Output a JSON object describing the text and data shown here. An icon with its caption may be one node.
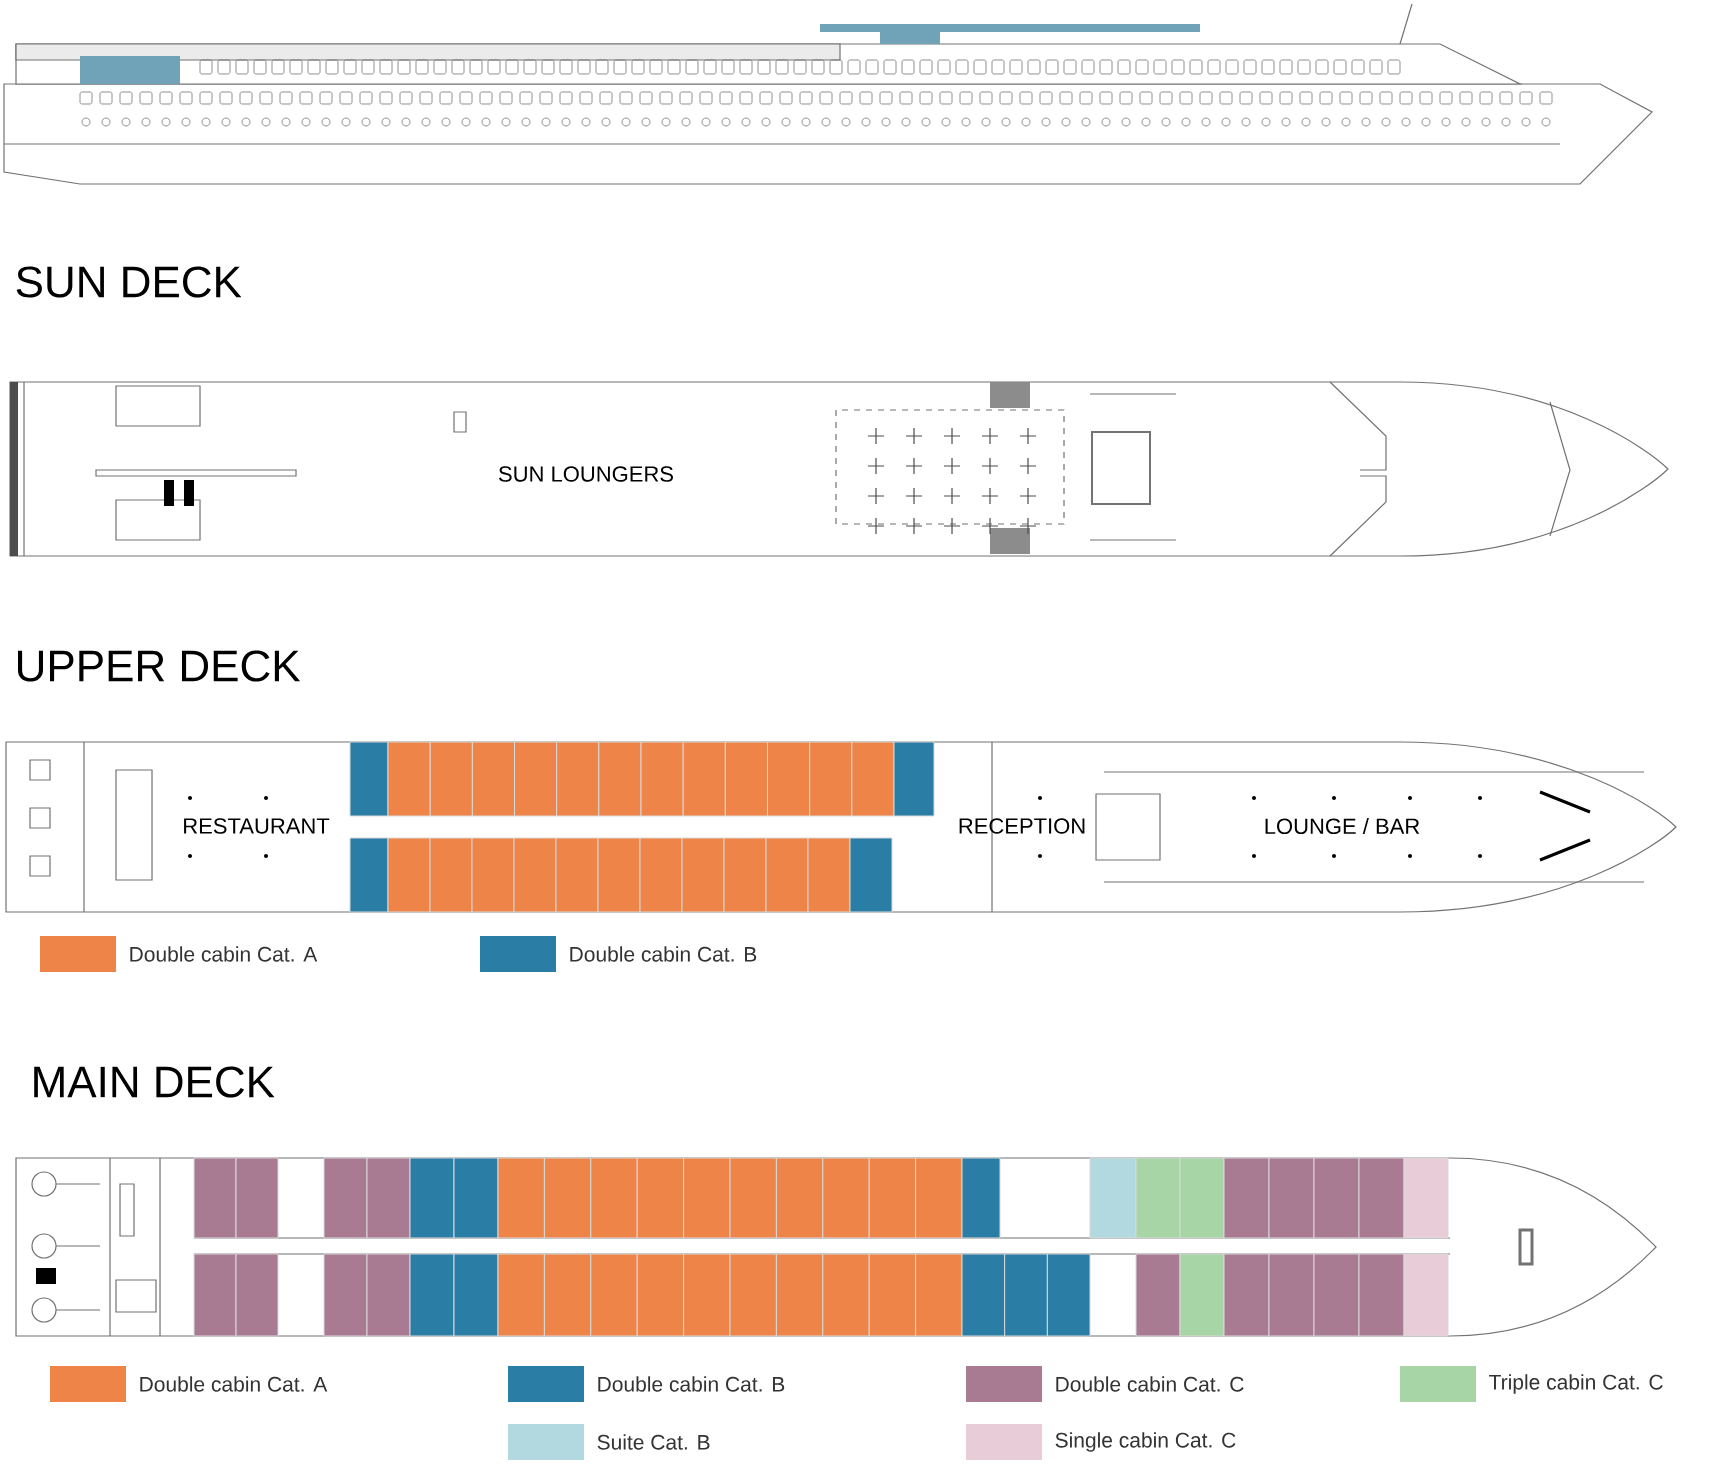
{
  "diagram": {
    "labels": [
      "SUN DECK",
      "SUN LOUNGERS",
      "UPPER DECK",
      "RESTAURANT",
      "RECEPTION",
      "LOUNGE / BAR",
      "MAIN DECK"
    ],
    "legend": [
      {
        "text": "Double cabin Cat. A",
        "color": "#ef8448"
      },
      {
        "text": "Double cabin Cat. B",
        "color": "#2a7ea6"
      },
      {
        "text": "Double cabin Cat. A",
        "color": "#ef8448"
      },
      {
        "text": "Double cabin Cat. B",
        "color": "#2a7ea6"
      },
      {
        "text": "Double cabin Cat. C",
        "color": "#a97b93"
      },
      {
        "text": "Triple cabin Cat. C",
        "color": "#a8d5a6"
      },
      {
        "text": "Suite Cat. B",
        "color": "#b2d8e0"
      },
      {
        "text": "Single cabin Cat. C",
        "color": "#e8cdd8"
      }
    ]
  }
}
